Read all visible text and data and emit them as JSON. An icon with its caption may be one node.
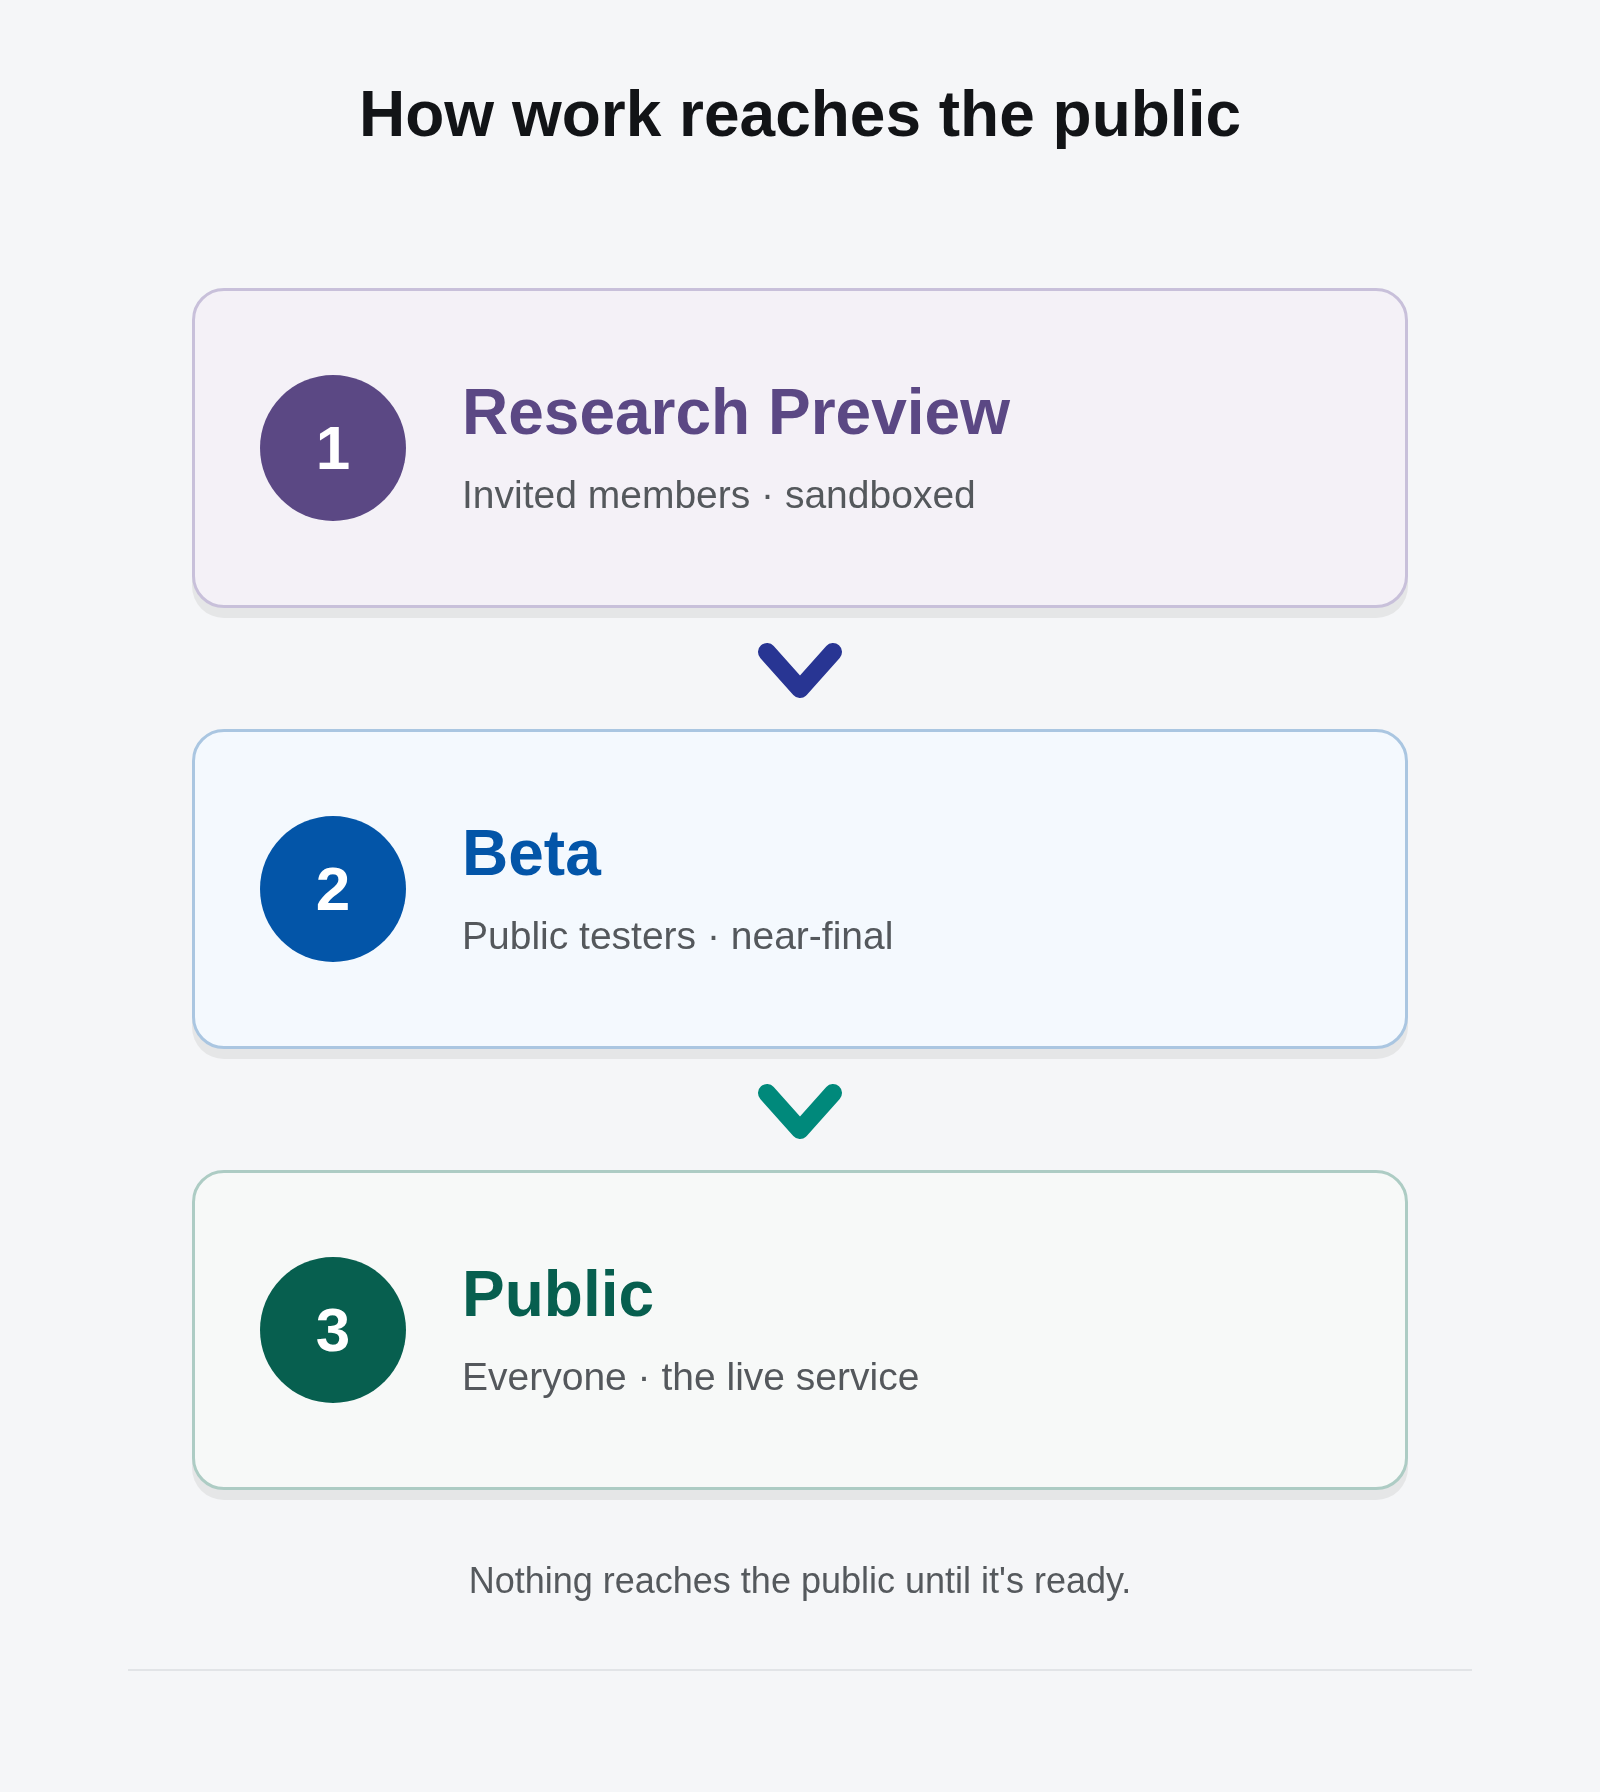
{
  "diagram": {
    "title": "How work reaches the public",
    "nodes": [
      {
        "text": [
          "Research Preview",
          "Invited members · sandboxed"
        ]
      },
      {
        "text": [
          "1"
        ],
        "in": 0
      },
      {
        "text": [
          "Beta",
          "Public testers · near-final"
        ]
      },
      {
        "text": [
          "2"
        ],
        "in": 2
      },
      {
        "text": [
          "Public",
          "Everyone · the live service"
        ]
      },
      {
        "text": [
          "3"
        ],
        "in": 4
      }
    ],
    "edges": [
      {
        "from": 0,
        "to": 2,
        "arrow": "to",
        "color": "#283593"
      },
      {
        "from": 2,
        "to": 4,
        "arrow": "to",
        "color": "#00897b"
      }
    ],
    "caption": "Nothing reaches the public until it's ready."
  }
}
